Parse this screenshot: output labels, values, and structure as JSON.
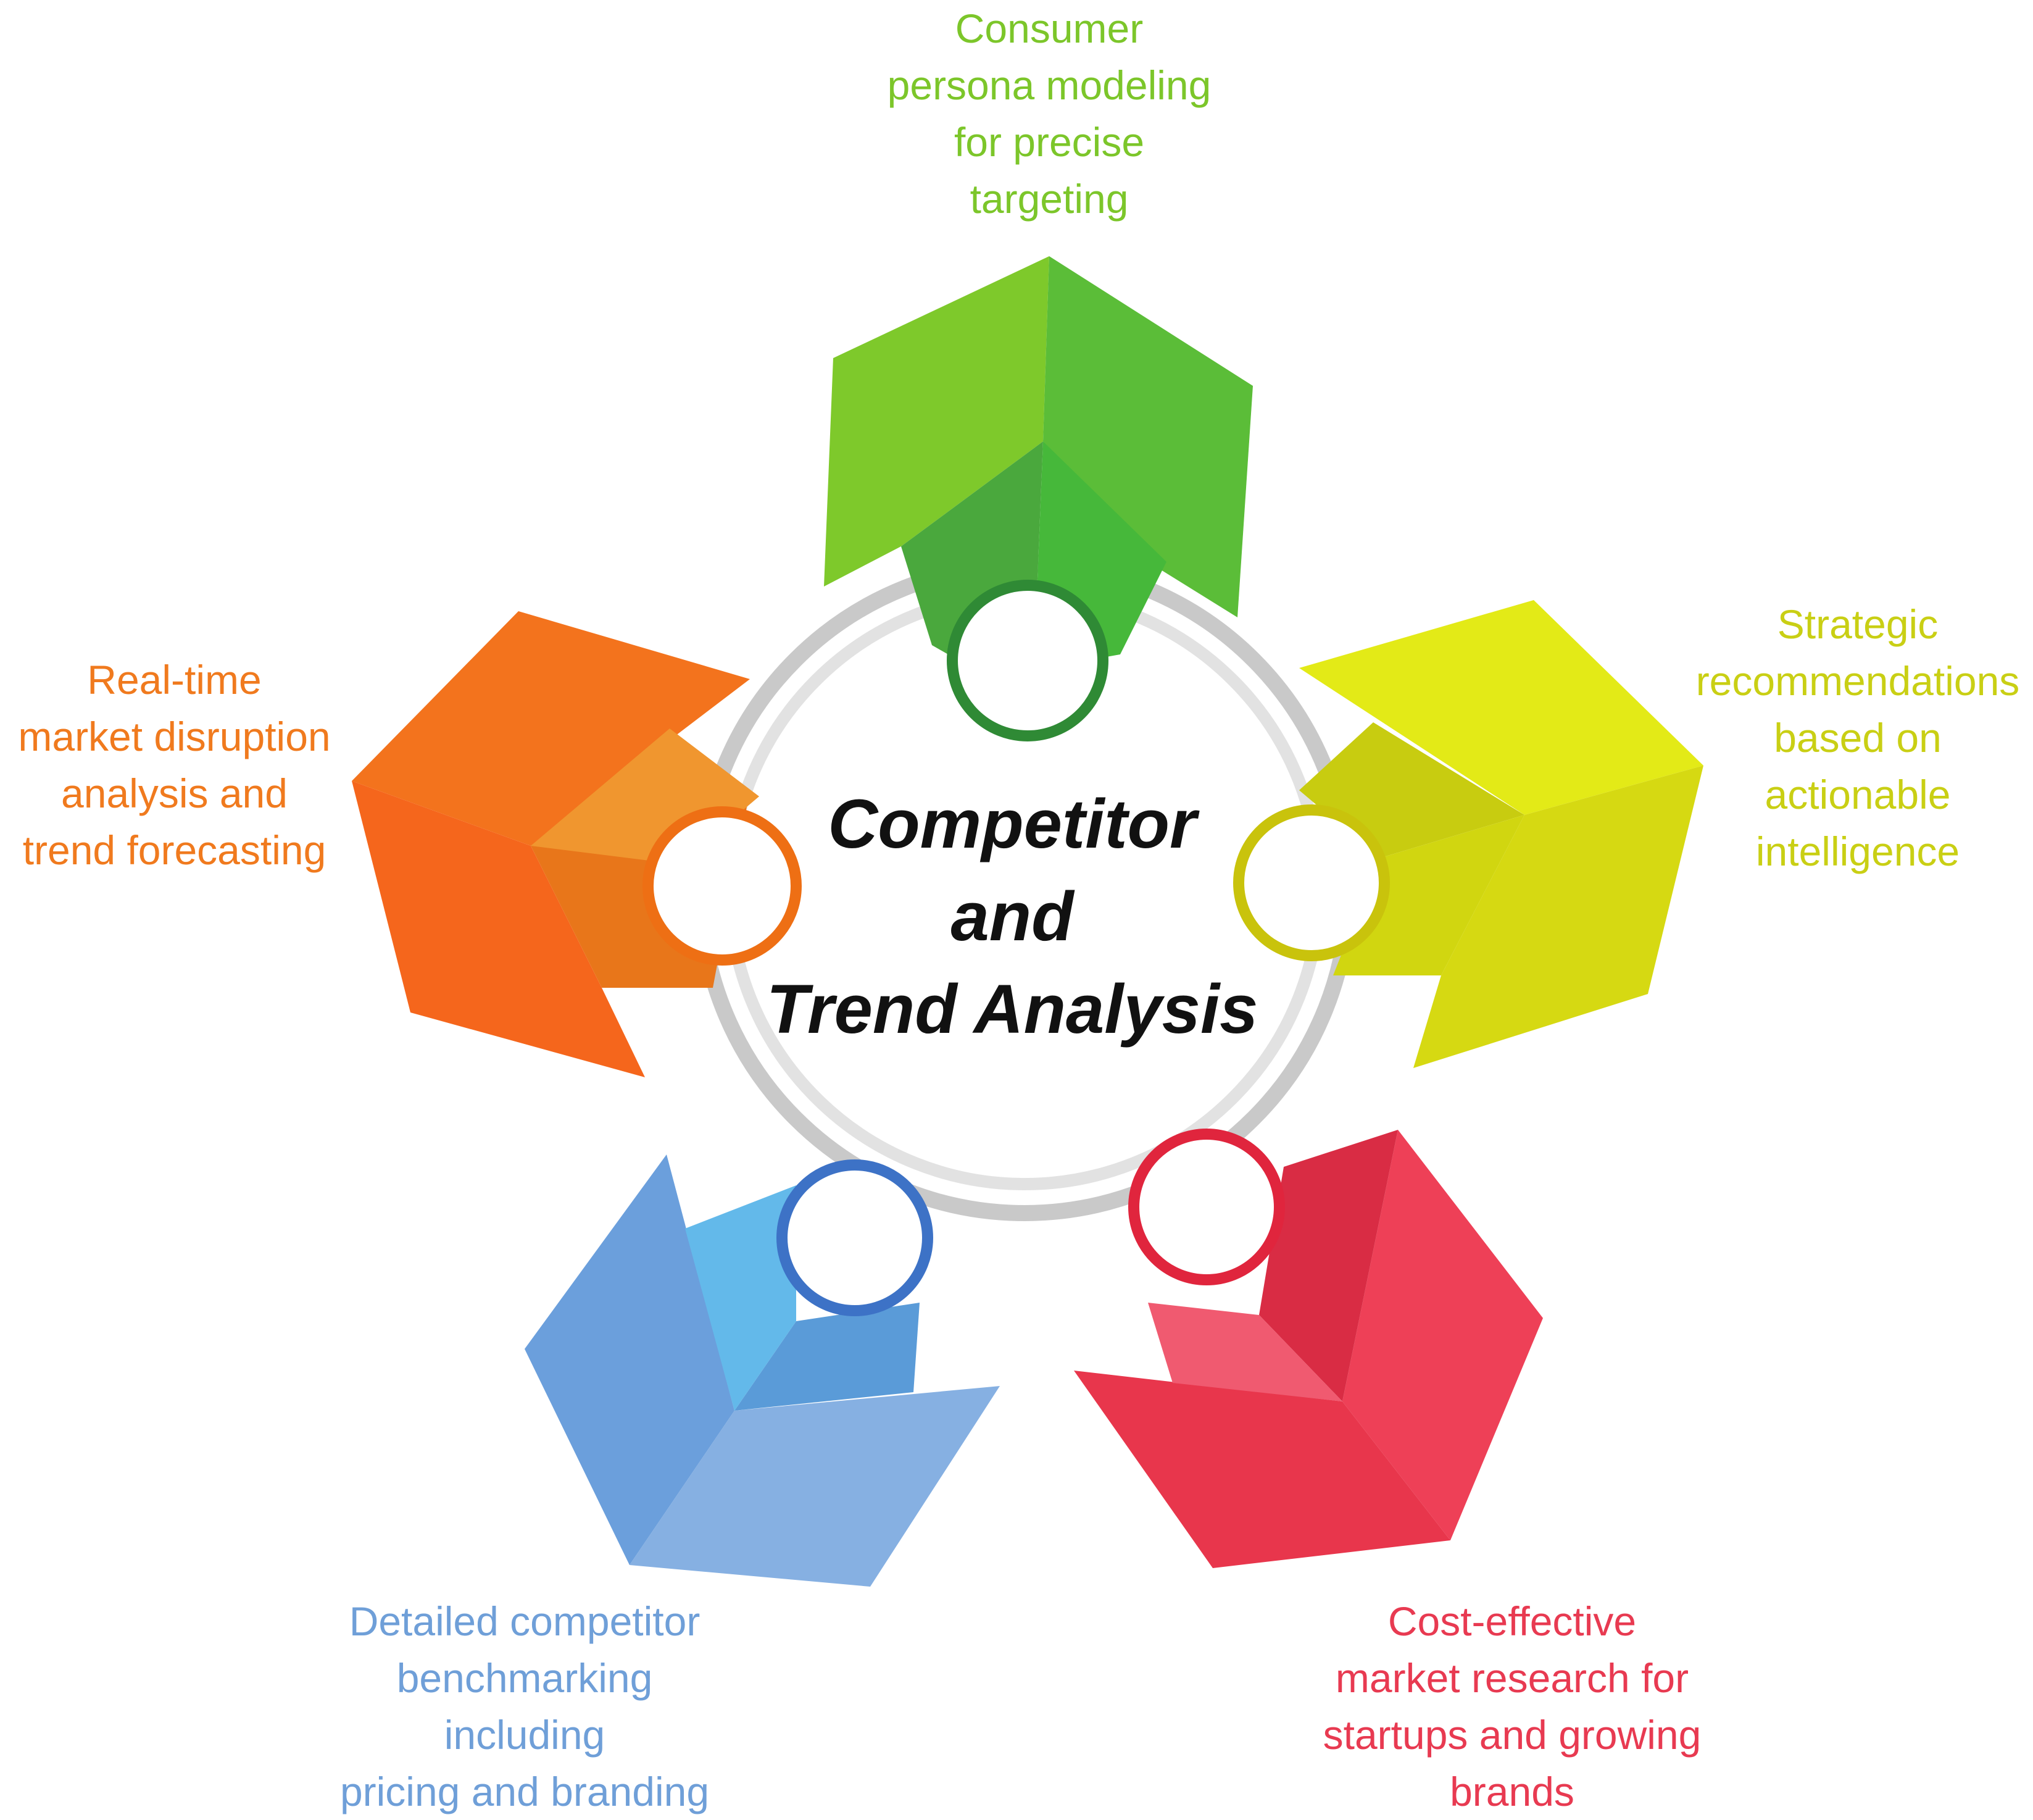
{
  "center": {
    "title_lines": [
      "Competitor",
      "and",
      "Trend Analysis"
    ]
  },
  "segments": [
    {
      "id": "green",
      "icon": "circle-node-icon",
      "colors": {
        "base": "#7ec92b",
        "dark": "#5bbd38",
        "mid": "#4aa83d",
        "inner": "#46b83a",
        "ring": "#2f8a35"
      },
      "label_lines": [
        "Consumer",
        "persona modeling",
        "for precise",
        "targeting"
      ],
      "label_color": "#7cc62a"
    },
    {
      "id": "yellow",
      "icon": "circle-node-icon",
      "colors": {
        "base": "#e3ea17",
        "dark": "#d6d912",
        "mid": "#c8cc10",
        "inner": "#d1d610",
        "ring": "#c9c30c"
      },
      "label_lines": [
        "Strategic",
        "recommendations",
        "based on",
        "actionable",
        "intelligence"
      ],
      "label_color": "#c9cf14"
    },
    {
      "id": "red",
      "icon": "circle-node-icon",
      "colors": {
        "base": "#ee4057",
        "dark": "#e8364c",
        "mid": "#d92c44",
        "inner": "#f05a70",
        "ring": "#e0253d"
      },
      "label_lines": [
        "Cost-effective",
        "market research for",
        "startups and growing",
        "brands"
      ],
      "label_color": "#e83a51"
    },
    {
      "id": "blue",
      "icon": "circle-node-icon",
      "colors": {
        "base": "#6b9fdc",
        "dark": "#86b0e2",
        "mid": "#5a9bd8",
        "inner": "#63b9ea",
        "ring": "#3d72c6"
      },
      "label_lines": [
        "Detailed competitor",
        "benchmarking",
        "including",
        "pricing and branding"
      ],
      "label_color": "#6f9fd8"
    },
    {
      "id": "orange",
      "icon": "circle-node-icon",
      "colors": {
        "base": "#f3731d",
        "dark": "#f5661c",
        "mid": "#e8761a",
        "inner": "#f0962f",
        "ring": "#ee6f14"
      },
      "label_lines": [
        "Real-time",
        "market disruption",
        "analysis and",
        "trend forecasting"
      ],
      "label_color": "#f07a1e"
    }
  ]
}
